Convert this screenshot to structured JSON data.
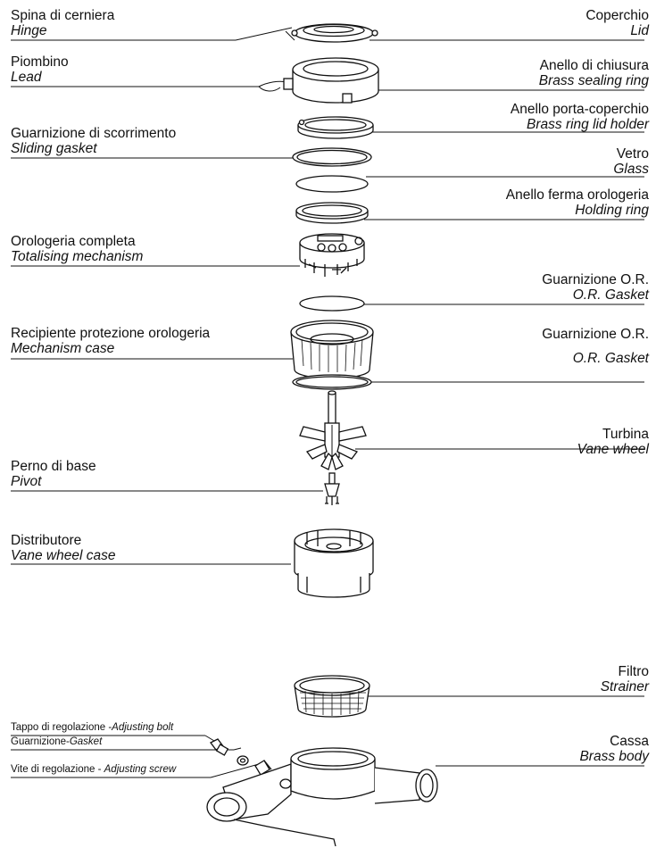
{
  "labels": {
    "hinge": {
      "it": "Spina di cerniera",
      "en": "Hinge"
    },
    "lid": {
      "it": "Coperchio",
      "en": "Lid"
    },
    "lead": {
      "it": "Piombino",
      "en": "Lead"
    },
    "sealing_ring": {
      "it": "Anello di chiusura",
      "en": "Brass sealing ring"
    },
    "lid_holder": {
      "it": "Anello porta-coperchio",
      "en": "Brass ring lid holder"
    },
    "sliding_gasket": {
      "it": "Guarnizione di scorrimento",
      "en": "Sliding gasket"
    },
    "glass": {
      "it": "Vetro",
      "en": "Glass"
    },
    "holding_ring": {
      "it": "Anello ferma orologeria",
      "en": "Holding ring"
    },
    "totalising": {
      "it": "Orologeria completa",
      "en": "Totalising mechanism"
    },
    "or_gasket_1": {
      "it": "Guarnizione O.R.",
      "en": "O.R. Gasket"
    },
    "mechanism_case": {
      "it": "Recipiente protezione orologeria",
      "en": "Mechanism case"
    },
    "or_gasket_2": {
      "it": "Guarnizione O.R.",
      "en": "O.R. Gasket"
    },
    "vane_wheel": {
      "it": "Turbina",
      "en": "Vane wheel"
    },
    "pivot": {
      "it": "Perno di base",
      "en": "Pivot"
    },
    "distributor": {
      "it": "Distributore",
      "en": "Vane wheel case"
    },
    "strainer": {
      "it": "Filtro",
      "en": "Strainer"
    },
    "adjusting_bolt": {
      "it": "Tappo di regolazione -",
      "en": "Adjusting bolt"
    },
    "gasket": {
      "it": "Guarnizione-",
      "en": "Gasket"
    },
    "adjusting_screw": {
      "it": "Vite di regolazione - ",
      "en": "Adjusting screw"
    },
    "brass_body": {
      "it": "Cassa",
      "en": "Brass body"
    }
  }
}
